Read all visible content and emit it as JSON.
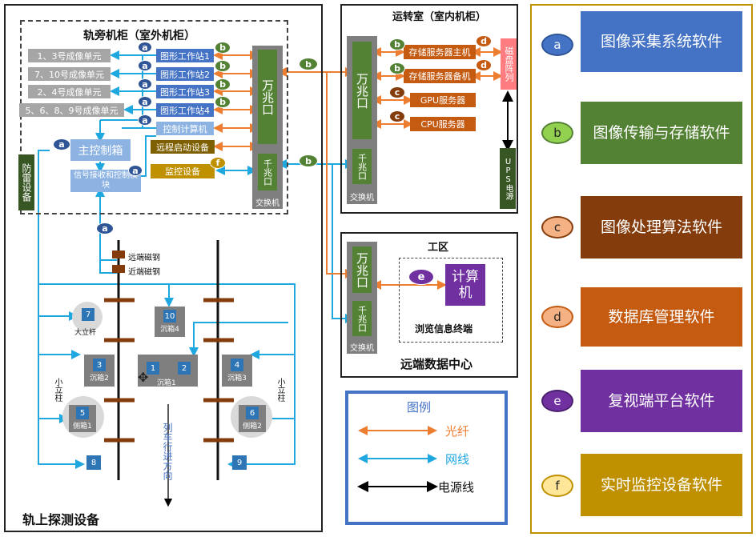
{
  "sections": {
    "wayside_cabinet": "轨旁机柜（室外机柜）",
    "control_room": "运转室（室内机柜）",
    "work_zone": "工区",
    "remote_center": "远端数据中心",
    "track_equipment": "轨上探测设备"
  },
  "imaging_units": [
    "1、3号成像单元",
    "7、10号成像单元",
    "2、4号成像单元",
    "5、6、8、9号成像单元"
  ],
  "workstations": [
    "图形工作站1",
    "图形工作站2",
    "图形工作站3",
    "图形工作站4"
  ],
  "control_computer": "控制计算机",
  "remote_start": "远程启动设备",
  "monitor_device": "监控设备",
  "main_control": "主控制箱",
  "signal_module": "信号接收和控制模块",
  "lightning": "防雷设备",
  "switch": {
    "gigabit10": "万兆口",
    "gigabit": "千兆口",
    "label": "交换机"
  },
  "servers": [
    "存储服务器主机",
    "存储服务器备机",
    "GPU服务器",
    "CPU服务器"
  ],
  "disk_array": "磁盘阵列",
  "ups": "UPS电源",
  "terminal": {
    "computer": "计算机",
    "label": "浏览信息终端"
  },
  "track": {
    "far_magnet": "远端磁钢",
    "near_magnet": "近端磁钢",
    "direction": "列车行进方向",
    "big_pole": "大立杆",
    "small_pole": "小立柱",
    "boxes": [
      {
        "num": "7",
        "name": "大立杆"
      },
      {
        "num": "10",
        "name": "沉箱4"
      },
      {
        "num": "3",
        "name": "沉箱2"
      },
      {
        "num": "1",
        "name": ""
      },
      {
        "num": "2",
        "name": "沉箱1"
      },
      {
        "num": "4",
        "name": "沉箱3"
      },
      {
        "num": "5",
        "name": "侧箱1"
      },
      {
        "num": "6",
        "name": "侧箱2"
      },
      {
        "num": "8",
        "name": ""
      },
      {
        "num": "9",
        "name": ""
      }
    ]
  },
  "legend": {
    "title": "图例",
    "fiber": "光纤",
    "network": "网线",
    "power": "电源线"
  },
  "badge_letters": [
    "a",
    "b",
    "c",
    "d",
    "e",
    "f"
  ],
  "software": [
    {
      "letter": "a",
      "name": "图像采集系统软件",
      "color": "#4472c4"
    },
    {
      "letter": "b",
      "name": "图像传输与存储软件",
      "color": "#548235"
    },
    {
      "letter": "c",
      "name": "图像处理算法软件",
      "color": "#843c0c"
    },
    {
      "letter": "d",
      "name": "数据库管理软件",
      "color": "#c55a11"
    },
    {
      "letter": "e",
      "name": "复视端平台软件",
      "color": "#7030a0"
    },
    {
      "letter": "f",
      "name": "实时监控设备软件",
      "color": "#bf9000"
    }
  ],
  "colors": {
    "fiber": "#ed7d31",
    "network": "#1fa8e0",
    "power": "#000000"
  }
}
